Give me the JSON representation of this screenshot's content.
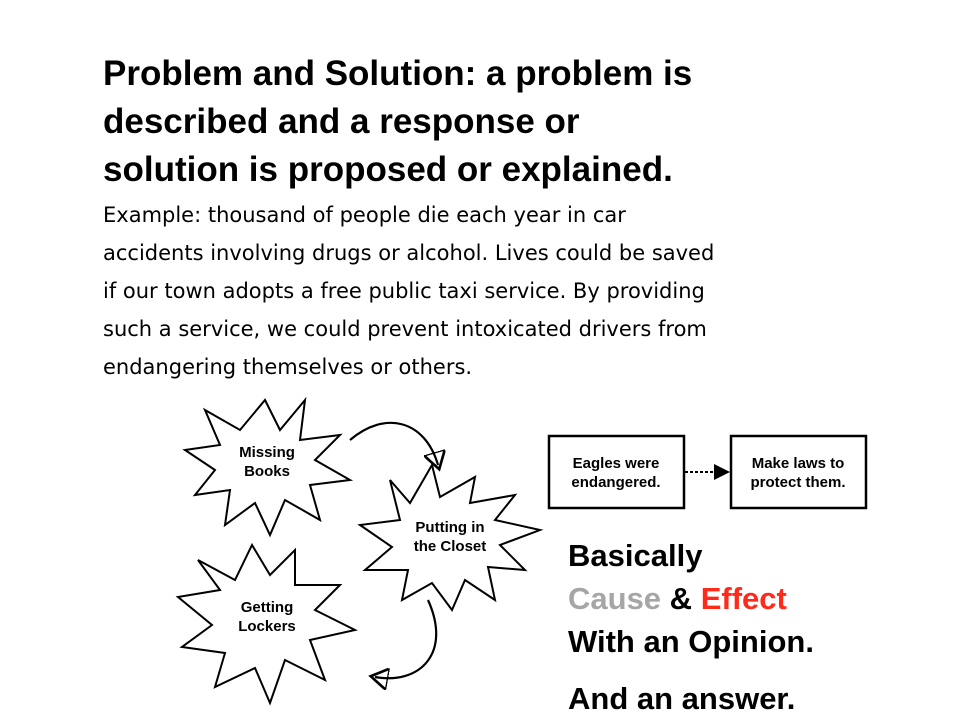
{
  "slide": {
    "title_lines": [
      "Problem and Solution: a problem is",
      "described and a response or",
      "solution is proposed or explained."
    ],
    "body_lines": [
      "Example: thousand of people die each year in car",
      "accidents involving drugs or alcohol.  Lives could be saved",
      "if our town adopts a free public taxi service. By providing",
      "such a service, we could prevent intoxicated drivers from",
      "endangering themselves or others."
    ]
  },
  "diagram": {
    "bursts": [
      {
        "lines": [
          "Missing",
          "Books"
        ]
      },
      {
        "lines": [
          "Putting in",
          "the Closet"
        ]
      },
      {
        "lines": [
          "Getting",
          "Lockers"
        ]
      }
    ]
  },
  "boxes": {
    "problem_lines": [
      "Eagles were",
      "endangered."
    ],
    "solution_lines": [
      "Make laws to",
      "protect them."
    ]
  },
  "summary": {
    "line1": "Basically",
    "cause": "Cause",
    "amp": "&",
    "effect": "Effect",
    "line3": "With an Opinion.",
    "line4": "And an answer."
  },
  "colors": {
    "cause": "#a6a6a6",
    "effect": "#ff2a1a",
    "text": "#000000",
    "background": "#ffffff"
  }
}
